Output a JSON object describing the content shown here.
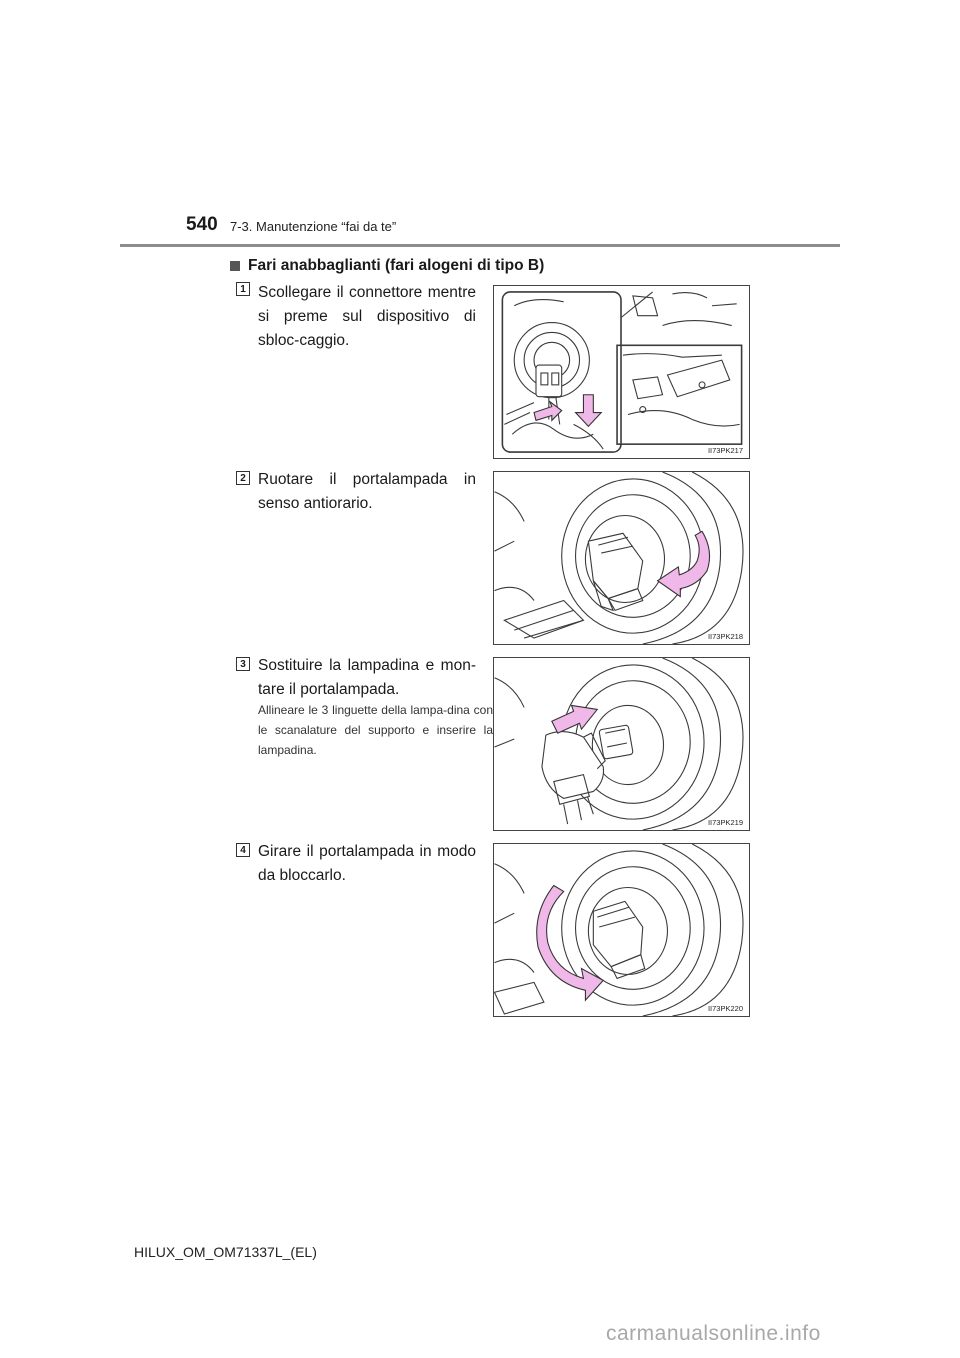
{
  "header": {
    "page_number": "540",
    "section": "7-3. Manutenzione “fai da te”"
  },
  "heading": {
    "icon": "square-icon",
    "text": "Fari anabbaglianti (fari alogeni di tipo B)"
  },
  "steps": [
    {
      "number": "1",
      "text": "Scollegare il connettore mentre si preme sul dispositivo di sbloc-caggio.",
      "note": "",
      "figure_code": "II73PK217"
    },
    {
      "number": "2",
      "text": "Ruotare il portalampada in senso antiorario.",
      "note": "",
      "figure_code": "II73PK218"
    },
    {
      "number": "3",
      "text": "Sostituire la lampadina e mon-tare il portalampada.",
      "note": "Allineare le 3 linguette della lampa-dina con le scanalature del supporto e inserire la lampadina.",
      "figure_code": "II73PK219"
    },
    {
      "number": "4",
      "text": "Girare il portalampada in modo da bloccarlo.",
      "note": "",
      "figure_code": "II73PK220"
    }
  ],
  "footer": {
    "doc_id": "HILUX_OM_OM71337L_(EL)"
  },
  "watermark": "carmanualsonline.info",
  "colors": {
    "arrow": "#f0b8e8",
    "line": "#3a3a3a",
    "rule": "#8c8c8c"
  }
}
